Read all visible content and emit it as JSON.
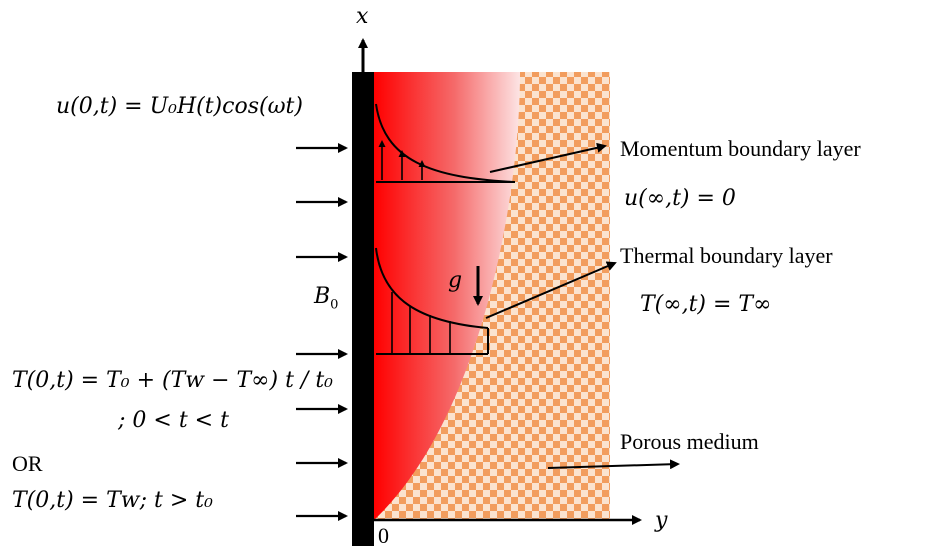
{
  "axes": {
    "x_label": "x",
    "y_label": "y",
    "origin_label": "0"
  },
  "field_label": "B",
  "field_sub": "0",
  "gravity_label": "g",
  "labels": {
    "momentum": "Momentum boundary layer",
    "thermal": "Thermal boundary layer",
    "porous": "Porous medium"
  },
  "eq_velocity_wall": "u(0,t) = U₀H(t)cos(ωt)",
  "eq_velocity_inf": "u(∞,t) = 0",
  "eq_temp_inf": "T(∞,t) = T∞",
  "eq_temp_wall_1": "T(0,t) = T₀ + (Tᴡ − T∞) t / t₀",
  "eq_temp_wall_1_cond": "; 0 < t < t",
  "or_text": "OR",
  "eq_temp_wall_2": "T(0,t) = Tᴡ; t > t₀",
  "colors": {
    "gradient_start": "#ff0000",
    "porous": "#f4a46a",
    "plate": "#000000"
  }
}
